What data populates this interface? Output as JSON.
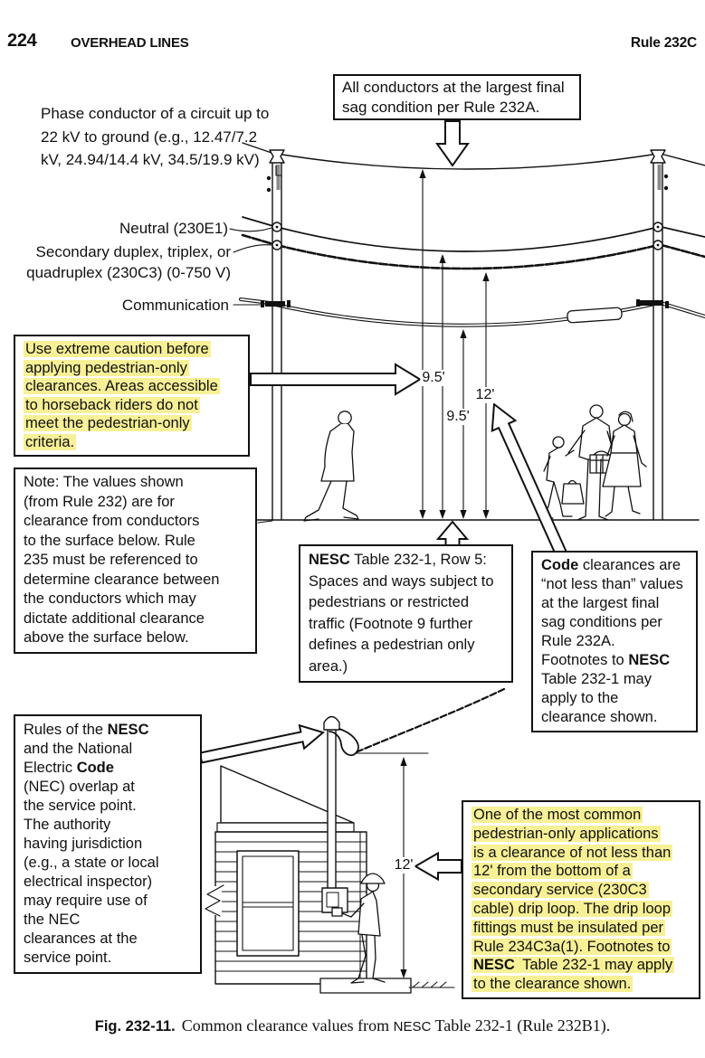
{
  "page": {
    "number": "224",
    "section": "OVERHEAD LINES",
    "rule": "Rule 232C"
  },
  "colors": {
    "highlight": "#f7f096",
    "ink": "#111111"
  },
  "labels": {
    "phase_lines": [
      "Phase conductor of a circuit up to",
      "22 kV to ground (e.g., 12.47/7.2",
      "kV, 24.94/14.4 kV, 34.5/19.9 kV)"
    ],
    "neutral": "Neutral (230E1)",
    "secondary_lines": [
      "Secondary duplex, triplex, or",
      "quadruplex (230C3) (0-750 V)"
    ],
    "communication": "Communication"
  },
  "boxes": {
    "sag": {
      "lines": [
        "All conductors at the largest final",
        "sag condition per Rule 232A."
      ]
    },
    "caution": {
      "lines": [
        "Use extreme caution before",
        "applying pedestrian-only",
        "clearances. Areas accessible",
        "to horseback riders do not",
        "meet the pedestrian-only",
        "criteria."
      ]
    },
    "note": {
      "lines": [
        "Note: The values shown",
        "(from Rule 232) are for",
        "clearance from conductors",
        "to the surface below. Rule",
        "235 must be referenced to",
        "determine clearance between",
        "the conductors which may",
        "dictate additional clearance",
        "above the surface below."
      ]
    },
    "nesc_row": {
      "l1_bold": "NESC",
      "l1_rest": " Table 232-1, Row 5:",
      "lines": [
        "Spaces and ways subject to",
        "pedestrians or restricted",
        "traffic (Footnote 9 further",
        "defines a pedestrian only",
        "area.)"
      ]
    },
    "code": {
      "l1_bold": "Code",
      "l1_rest": " clearances are",
      "lines_a": [
        "“not less than” values",
        "at the largest final",
        "sag conditions per",
        "Rule 232A."
      ],
      "l6_pre": "Footnotes to ",
      "l6_bold": "NESC",
      "lines_b": [
        "Table 232-1 may",
        "apply to the",
        "clearance shown."
      ]
    },
    "rules": {
      "l1_pre": "Rules of the ",
      "l1_bold": "NESC",
      "l2": "and the National",
      "l3_pre": "Electric ",
      "l3_bold": "Code",
      "lines": [
        "(NEC) overlap at",
        "the service point.",
        "The authority",
        "having jurisdiction",
        "(e.g., a state or local",
        "electrical inspector)",
        "may require use of",
        "the NEC",
        "clearances at the",
        "service point."
      ]
    },
    "drip": {
      "lines": [
        "One of the most common",
        "pedestrian-only applications",
        "is a clearance of not less than",
        "12' from the bottom of a",
        "secondary service (230C3",
        "cable) drip loop. The drip loop",
        "fittings must be insulated per",
        "Rule 234C3a(1). Footnotes to"
      ],
      "l9_bold": "NESC",
      "l9_rest": " Table 232-1 may apply",
      "l10": "to the clearance shown."
    }
  },
  "dimensions": {
    "neutral_clearance": "9.5'",
    "secondary_clearance": "12'",
    "communication_clearance": "9.5'",
    "drip_loop_clearance": "12'"
  },
  "caption": {
    "fig": "Fig. 232-11.",
    "pre": "Common clearance values from ",
    "nesc": "NESC",
    "post": " Table 232-1 (Rule 232B1)."
  }
}
